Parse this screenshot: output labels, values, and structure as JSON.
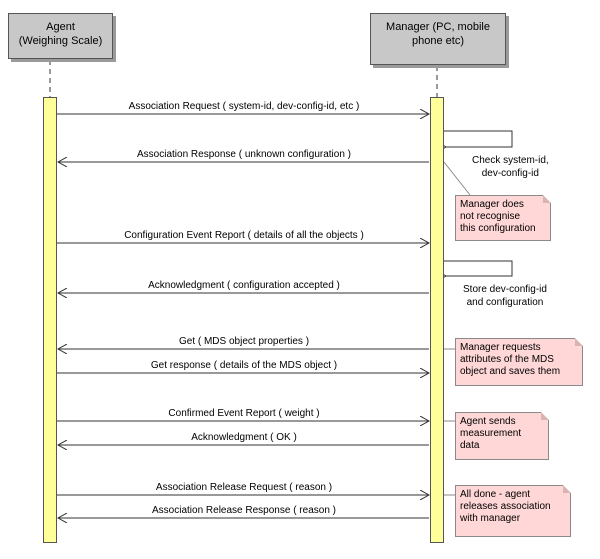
{
  "actors": {
    "agent": {
      "line1": "Agent",
      "line2": "(Weighing Scale)"
    },
    "manager": {
      "line1": "Manager (PC, mobile",
      "line2": "phone etc)"
    }
  },
  "messages": [
    {
      "label": "Association Request ( system-id, dev-config-id, etc )",
      "direction": "right"
    },
    {
      "label": "Association Response ( unknown configuration )",
      "direction": "left"
    },
    {
      "label": "Configuration Event Report ( details of all the objects )",
      "direction": "right"
    },
    {
      "label": "Acknowledgment ( configuration accepted )",
      "direction": "left"
    },
    {
      "label": "Get ( MDS object properties )",
      "direction": "left"
    },
    {
      "label": "Get response ( details of the MDS object )",
      "direction": "right"
    },
    {
      "label": "Confirmed Event Report ( weight )",
      "direction": "right"
    },
    {
      "label": "Acknowledgment ( OK )",
      "direction": "left"
    },
    {
      "label": "Association Release Request ( reason )",
      "direction": "right"
    },
    {
      "label": "Association Release Response ( reason )",
      "direction": "left"
    }
  ],
  "self_calls": [
    {
      "line1": "Check system-id,",
      "line2": "dev-config-id"
    },
    {
      "line1": "Store dev-config-id",
      "line2": "and configuration"
    }
  ],
  "notes": [
    {
      "lines": [
        "Manager does",
        "not recognise",
        "this configuration"
      ]
    },
    {
      "lines": [
        "Manager requests",
        "attributes of the MDS",
        "object and saves them"
      ]
    },
    {
      "lines": [
        "Agent sends",
        "measurement",
        "data"
      ]
    },
    {
      "lines": [
        "All done - agent",
        "releases association",
        "with manager"
      ]
    }
  ],
  "colors": {
    "actor_fill": "#c8c8c8",
    "activation_fill": "#ffff99",
    "note_fill": "#ffd7d7"
  }
}
